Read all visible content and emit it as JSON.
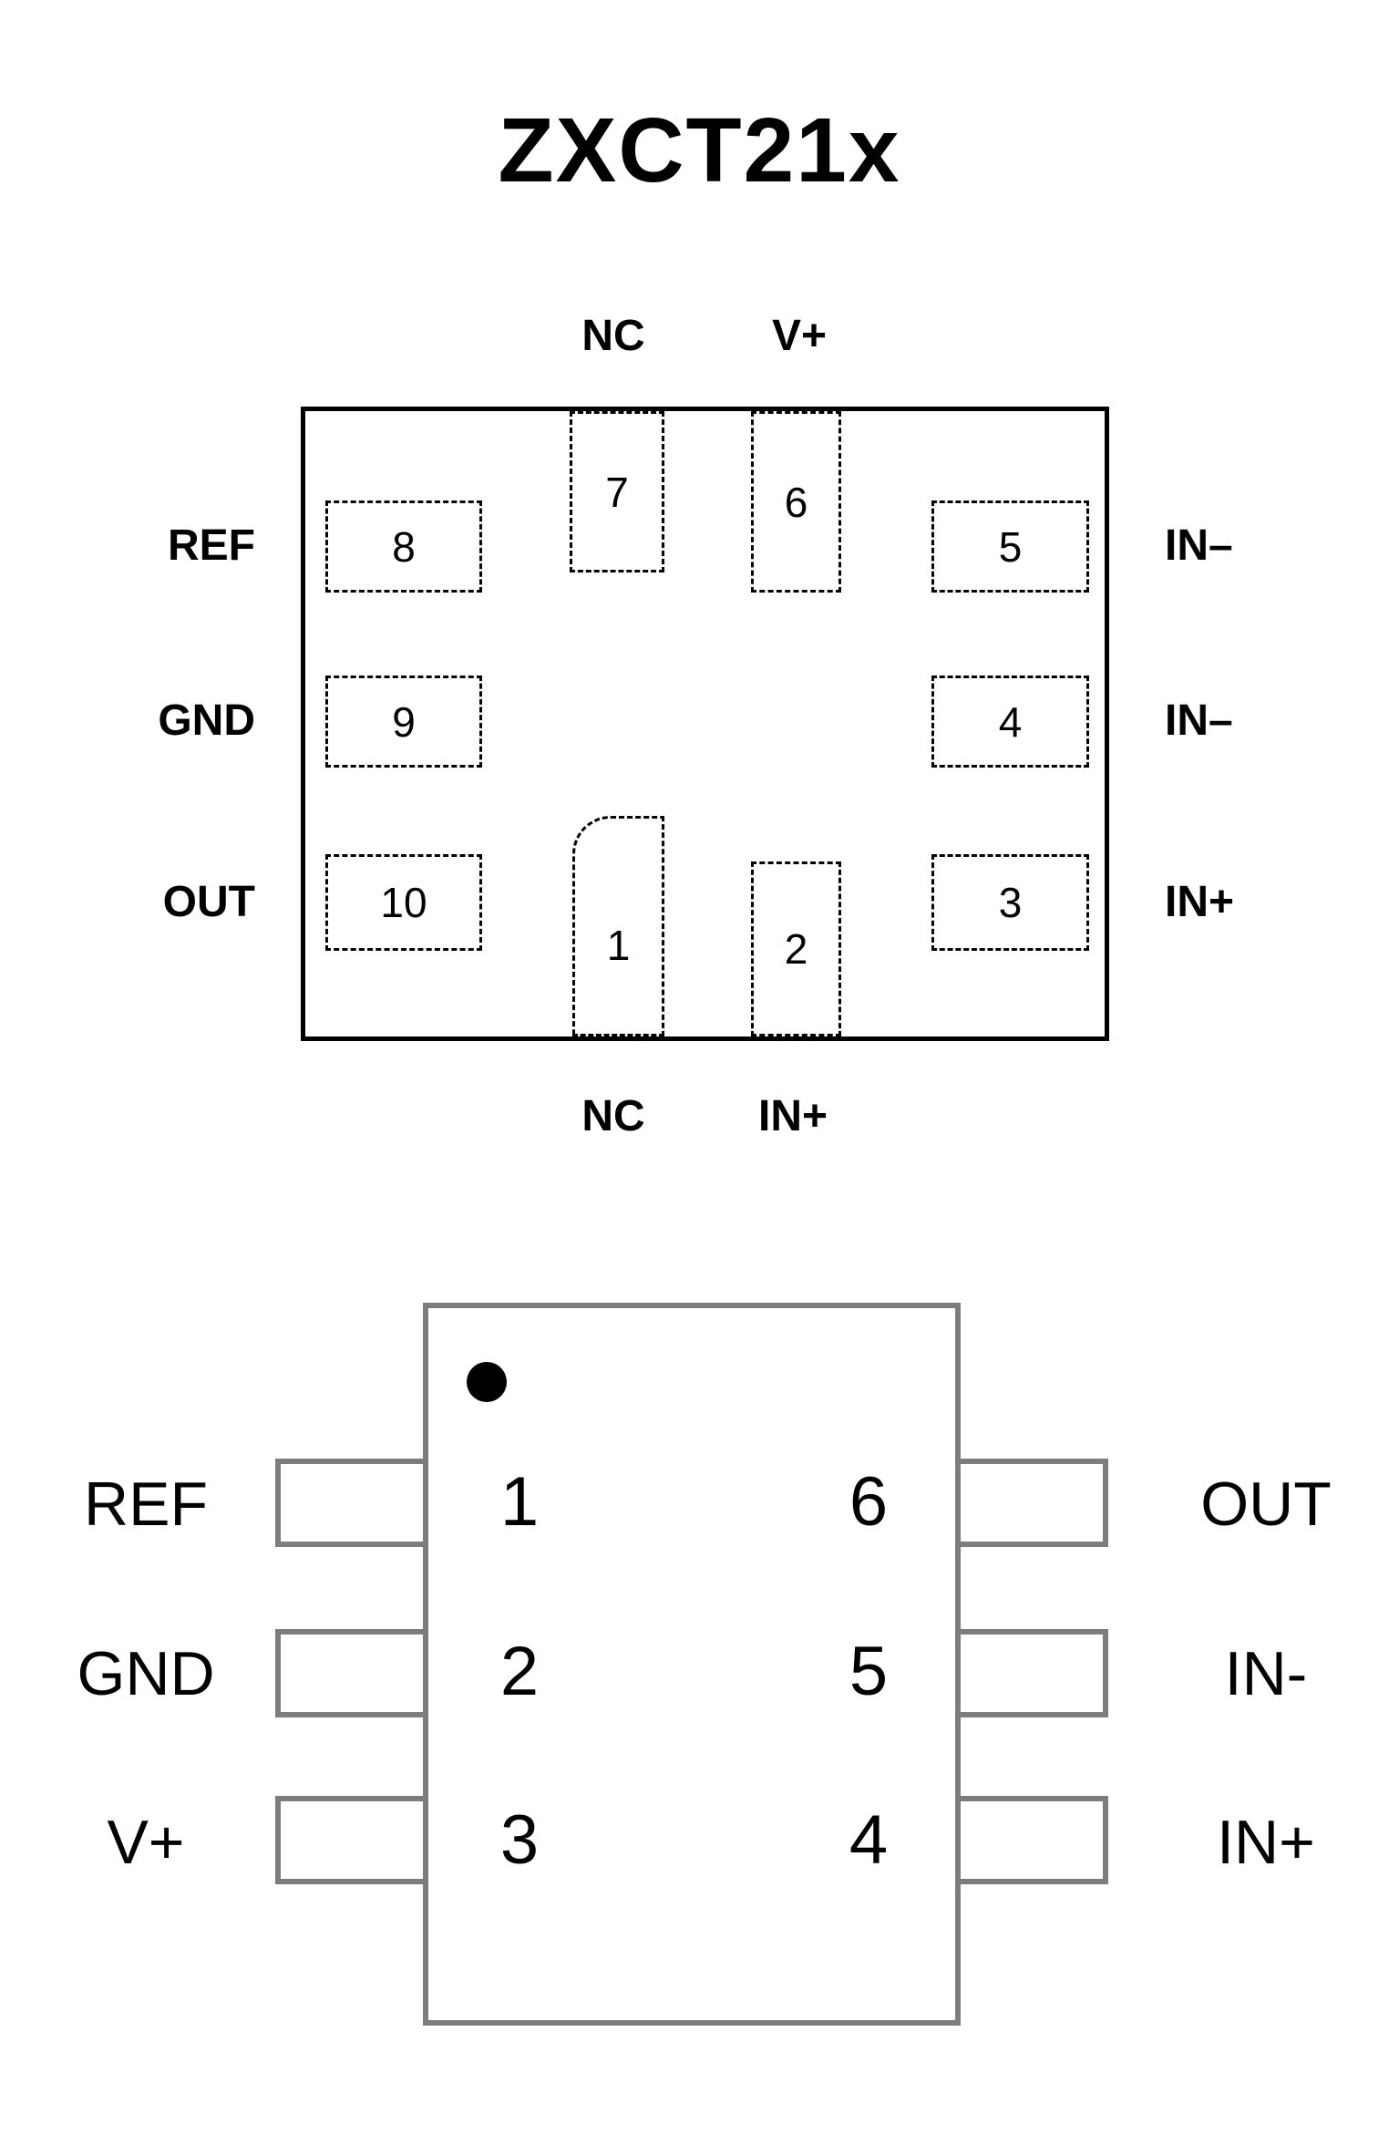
{
  "title": "ZXCT21x",
  "top_package": {
    "top_pin_labels": [
      "NC",
      "V+"
    ],
    "bottom_pin_labels": [
      "NC",
      "IN+"
    ],
    "left_pin_labels": [
      "REF",
      "GND",
      "OUT"
    ],
    "right_pin_labels": [
      "IN–",
      "IN–",
      "IN+"
    ],
    "pin_numbers": {
      "p1": "1",
      "p2": "2",
      "p3": "3",
      "p4": "4",
      "p5": "5",
      "p6": "6",
      "p7": "7",
      "p8": "8",
      "p9": "9",
      "p10": "10"
    }
  },
  "bottom_package": {
    "left_pin_labels": [
      "REF",
      "GND",
      "V+"
    ],
    "right_pin_labels": [
      "OUT",
      "IN-",
      "IN+"
    ],
    "left_pin_numbers": [
      "1",
      "2",
      "3"
    ],
    "right_pin_numbers": [
      "6",
      "5",
      "4"
    ]
  },
  "colors": {
    "top_outline": "#000000",
    "bottom_outline": "#7d7d7d",
    "pin1_dot": "#000000"
  }
}
